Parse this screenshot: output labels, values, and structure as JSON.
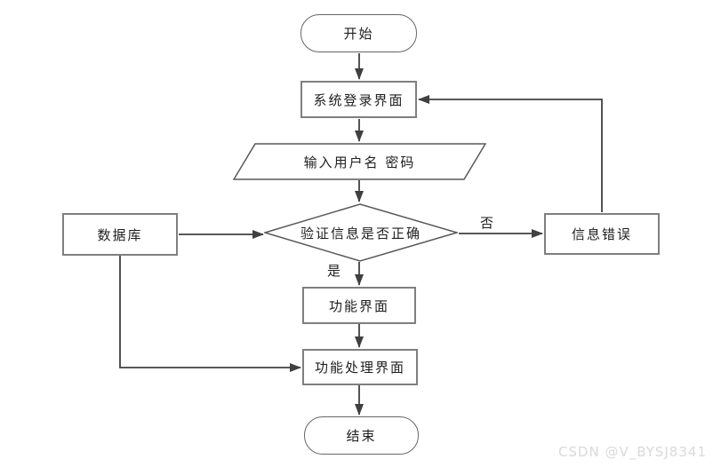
{
  "nodes": {
    "start": {
      "label": "开始",
      "type": "terminator"
    },
    "login": {
      "label": "系统登录界面",
      "type": "process"
    },
    "input": {
      "label": "输入用户名 密码",
      "type": "data"
    },
    "verify": {
      "label": "验证信息是否正确",
      "type": "decision"
    },
    "database": {
      "label": "数据库",
      "type": "process"
    },
    "error": {
      "label": "信息错误",
      "type": "process"
    },
    "function": {
      "label": "功能界面",
      "type": "process"
    },
    "handler": {
      "label": "功能处理界面",
      "type": "process"
    },
    "end": {
      "label": "结束",
      "type": "terminator"
    }
  },
  "edge_labels": {
    "yes": "是",
    "no": "否"
  },
  "edges": [
    {
      "from": "start",
      "to": "login",
      "label": ""
    },
    {
      "from": "login",
      "to": "input",
      "label": ""
    },
    {
      "from": "input",
      "to": "verify",
      "label": ""
    },
    {
      "from": "verify",
      "to": "function",
      "label": "是"
    },
    {
      "from": "verify",
      "to": "error",
      "label": "否"
    },
    {
      "from": "error",
      "to": "login",
      "label": ""
    },
    {
      "from": "database",
      "to": "verify",
      "label": ""
    },
    {
      "from": "database",
      "to": "handler",
      "label": ""
    },
    {
      "from": "function",
      "to": "handler",
      "label": ""
    },
    {
      "from": "handler",
      "to": "end",
      "label": ""
    }
  ],
  "colors": {
    "connector": "#404040",
    "shape_border": "#7f7f7f",
    "text": "#1f1f1f",
    "watermark": "#d9d9d9"
  },
  "watermark": {
    "text": "CSDN @V_BYSJ8341"
  }
}
